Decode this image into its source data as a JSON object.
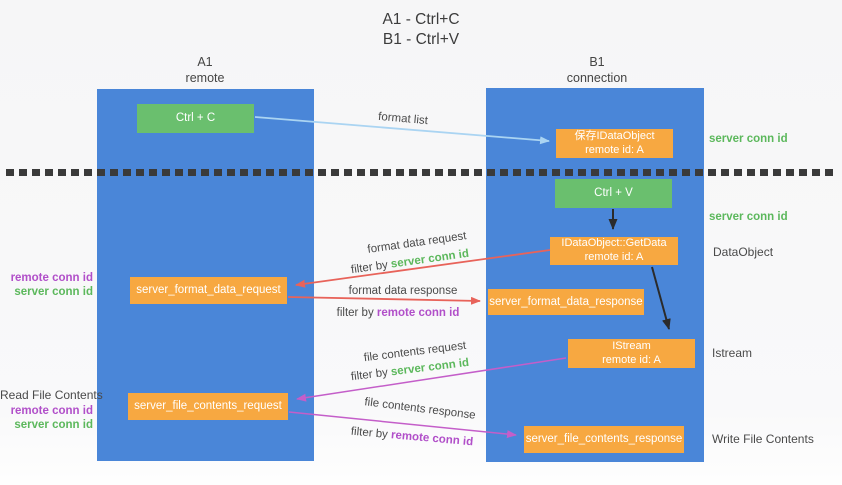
{
  "title": {
    "line1": "A1 - Ctrl+C",
    "line2": "B1 - Ctrl+V"
  },
  "columns": {
    "a": {
      "name": "A1",
      "subtitle": "remote"
    },
    "b": {
      "name": "B1",
      "subtitle": "connection"
    }
  },
  "nodes": {
    "ctrl_c": {
      "label": "Ctrl + C"
    },
    "ctrl_v": {
      "label": "Ctrl + V"
    },
    "save_dataobject": {
      "line1": "保存IDataObject",
      "line2": "remote id: A"
    },
    "getdata": {
      "line1": "IDataObject::GetData",
      "line2": "remote id: A"
    },
    "istream": {
      "line1": "IStream",
      "line2": "remote id: A"
    },
    "format_request": {
      "label": "server_format_data_request"
    },
    "format_response": {
      "label": "server_format_data_response"
    },
    "file_request": {
      "label": "server_file_contents_request"
    },
    "file_response": {
      "label": "server_file_contents_response"
    }
  },
  "flow_labels": {
    "format_list": "format list",
    "format_data_request": "format data request",
    "format_data_response": "format data response",
    "file_contents_request": "file contents request",
    "file_contents_response": "file contents response",
    "filter_by": "filter by",
    "server_conn_id": "server conn id",
    "remote_conn_id": "remote conn id"
  },
  "side_labels": {
    "server_conn_id_top": "server conn id",
    "server_conn_id_mid": "server conn id",
    "dataobject": "DataObject",
    "istream": "Istream",
    "write_file_contents": "Write File Contents",
    "read_file_contents": "Read File Contents",
    "remote_conn_id": "remote conn id",
    "server_conn_id": "server conn id"
  },
  "colors": {
    "lane_blue": "#4a86d8",
    "node_green": "#6abf6e",
    "node_orange": "#f7a841",
    "arrow_red": "#e8635a",
    "arrow_magenta": "#c45ec9",
    "arrow_light_blue": "#aad4f2",
    "arrow_black": "#2b2b2b",
    "conn_id_green": "#5cb85c",
    "conn_id_purple": "#b14fc9"
  }
}
